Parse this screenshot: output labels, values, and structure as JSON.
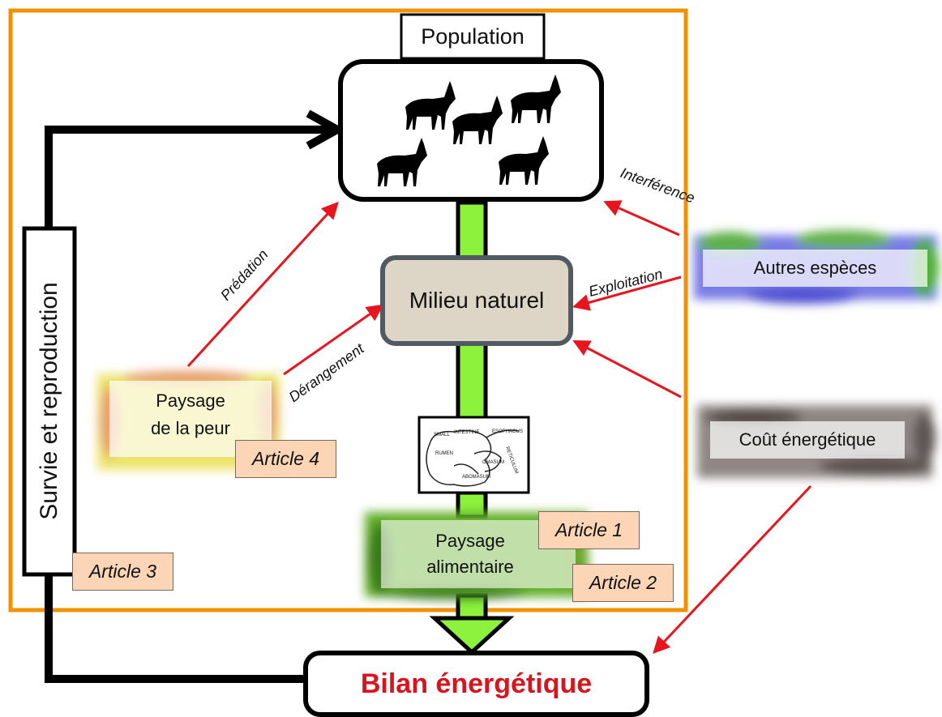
{
  "nodes": {
    "population": "Population",
    "milieu": "Milieu naturel",
    "autres_especes": "Autres espèces",
    "cout_energetique": "Coût énergétique",
    "paysage_peur_line1": "Paysage",
    "paysage_peur_line2": "de la peur",
    "paysage_alim_line1": "Paysage",
    "paysage_alim_line2": "alimentaire",
    "survie": "Survie et reproduction",
    "bilan": "Bilan énergétique"
  },
  "edges": {
    "predation": "Prédation",
    "derangement": "Dérangement",
    "interference": "Interférence",
    "exploitation": "Exploitation"
  },
  "articles": {
    "a1": "Article 1",
    "a2": "Article 2",
    "a3": "Article 3",
    "a4": "Article 4"
  },
  "stomach_labels": [
    "SMALL",
    "INTESTINE",
    "ESOPHAGUS",
    "RETICULUM",
    "RUMEN",
    "OMASUM",
    "ABOMASUM"
  ],
  "colors": {
    "frame": "#f39200",
    "arrow_red": "#e8141e",
    "green_arrow": "#8cf23c",
    "bilan_text": "#d9141c",
    "milieu_fill": "#ddd6c6"
  }
}
